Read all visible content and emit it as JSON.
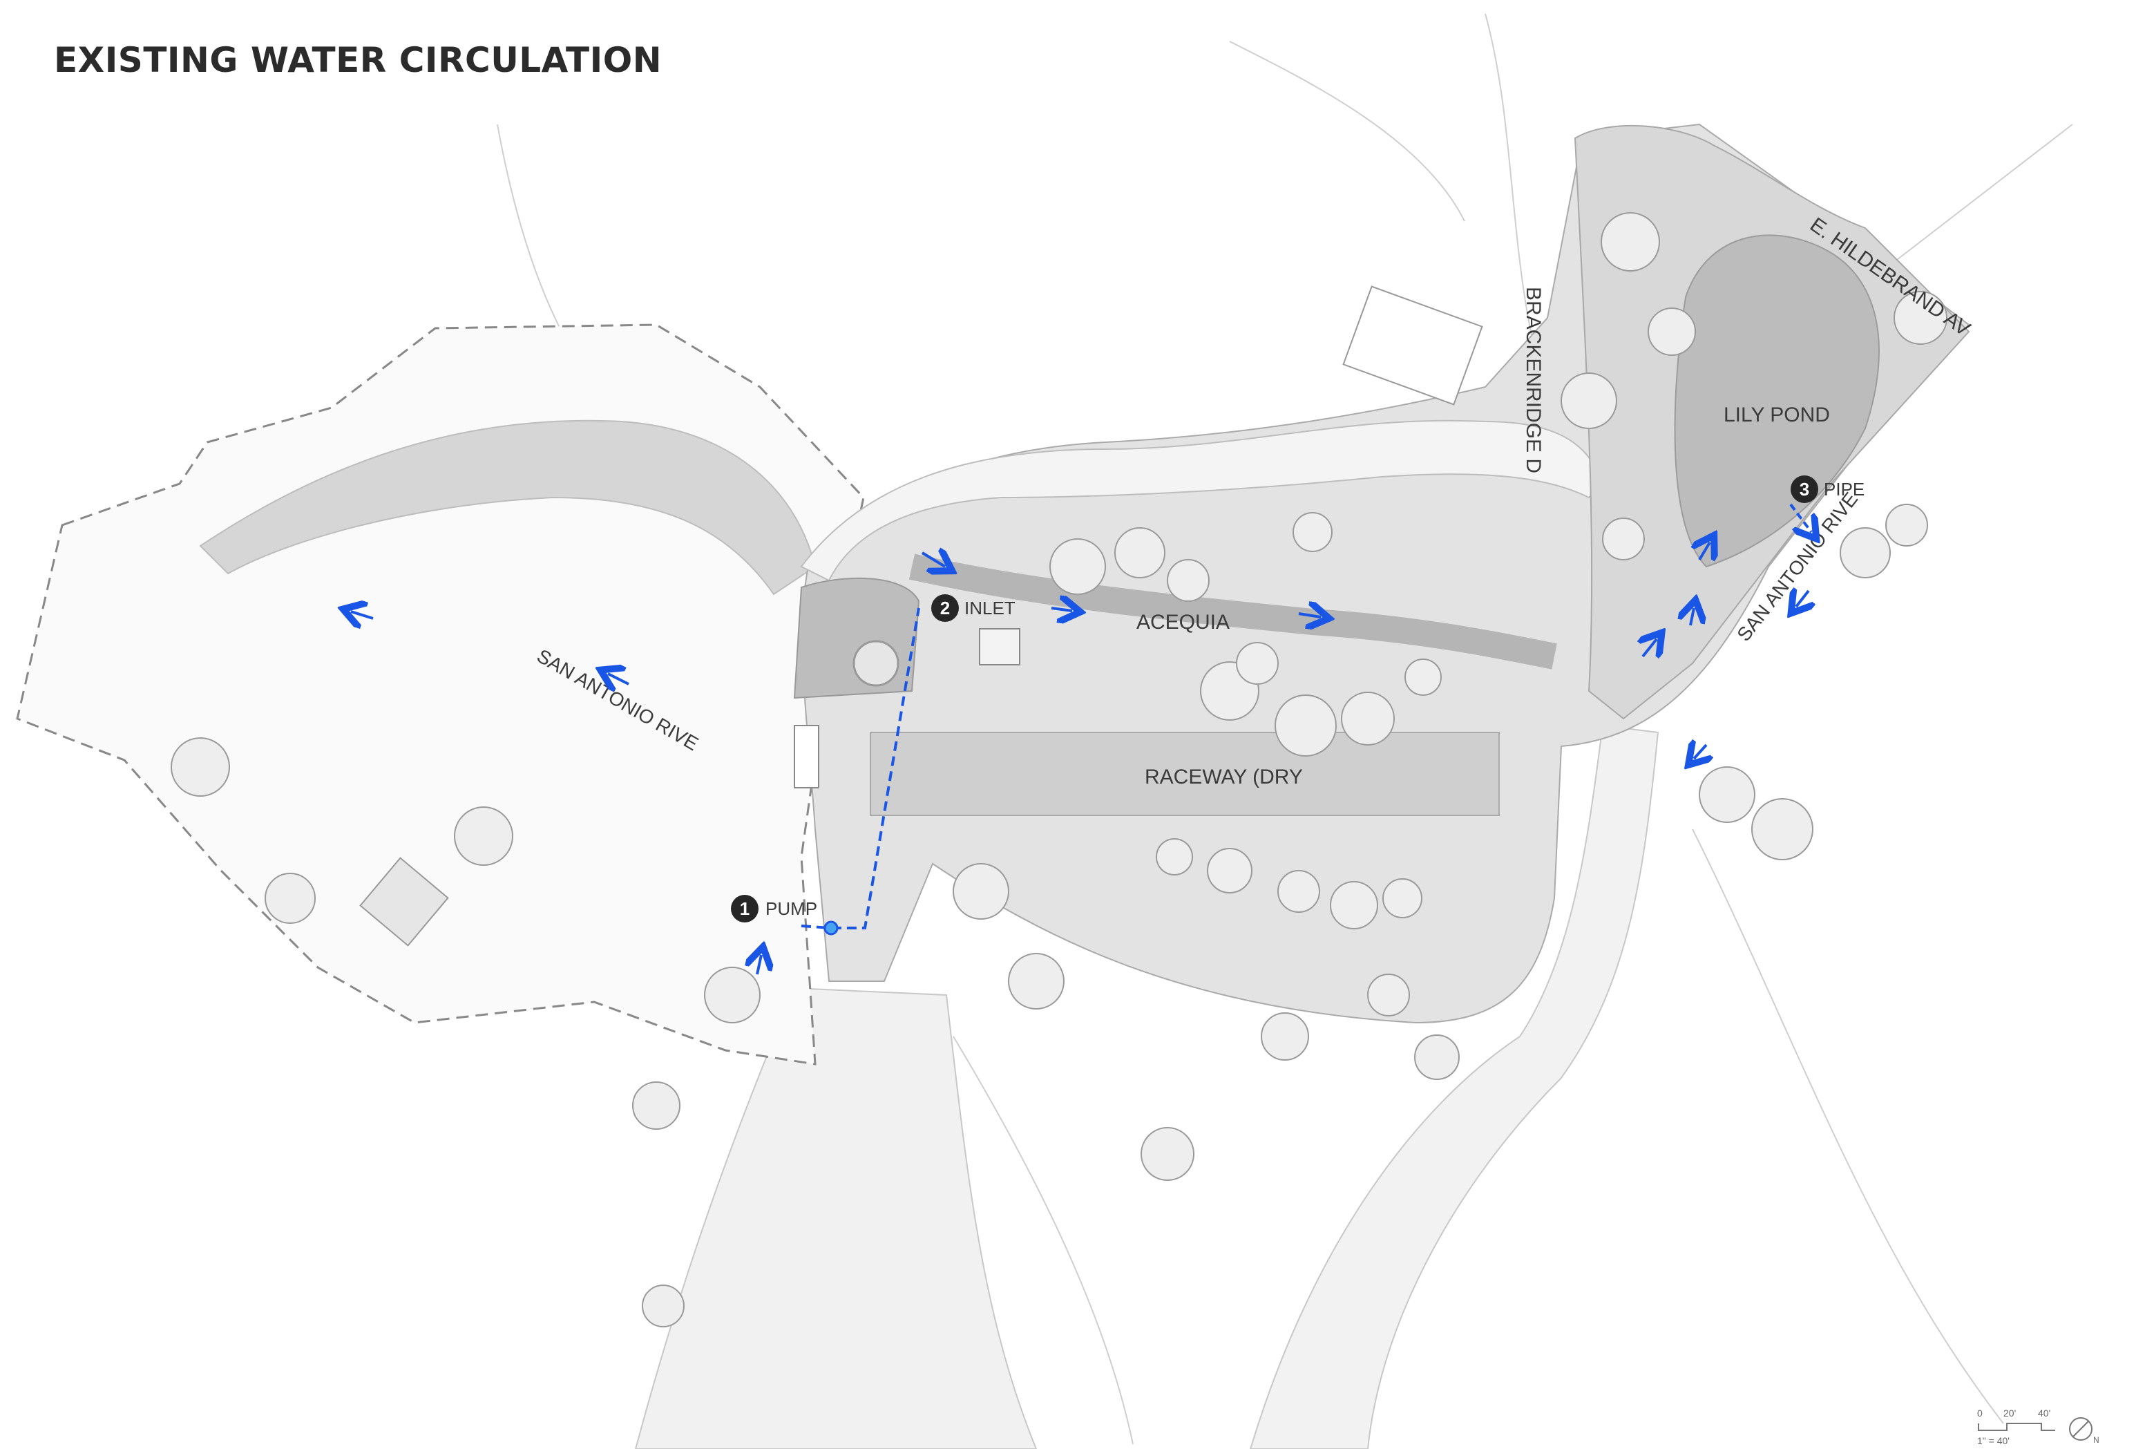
{
  "title": "EXISTING WATER CIRCULATION",
  "labels": {
    "san_antonio_river_west": "SAN ANTONIO RIVE",
    "san_antonio_river_east": "SAN ANTONIO RIVE",
    "acequia": "ACEQUIA",
    "raceway": "RACEWAY (DRY",
    "lily_pond": "LILY POND",
    "brackenridge": "BRACKENRIDGE D",
    "hildebrand": "E. HILDEBRAND AV"
  },
  "callouts": [
    {
      "number": "1",
      "label": "PUMP"
    },
    {
      "number": "2",
      "label": "INLET"
    },
    {
      "number": "3",
      "label": "PIPE"
    }
  ],
  "scale_bar": {
    "ticks": [
      "0",
      "20'",
      "40'"
    ],
    "ratio": "1\" = 40'",
    "north": "N"
  },
  "colors": {
    "flow": "#1a56e6",
    "park_fill": "#dcdcdc",
    "water_fill": "#bdbdbd",
    "callout_fill": "#262626"
  }
}
